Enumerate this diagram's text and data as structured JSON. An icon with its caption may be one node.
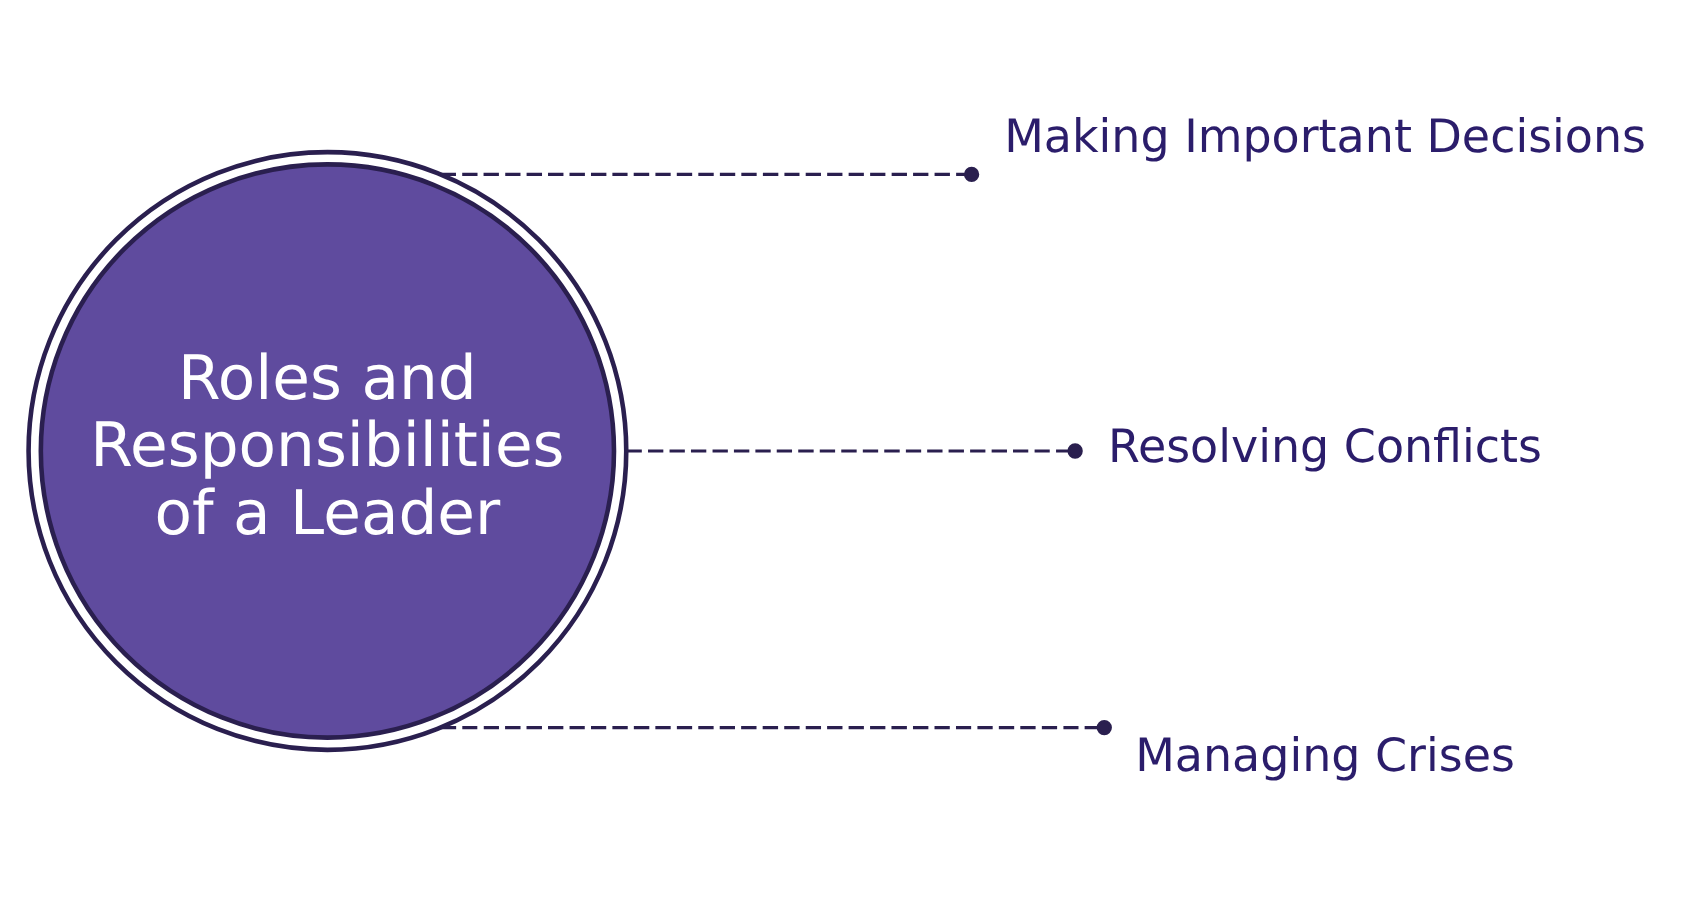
{
  "diagram": {
    "nodes": [
      {
        "text": [
          "Roles and Responsibilities of a Leader"
        ]
      },
      {
        "text": [
          "Making Important Decisions"
        ]
      },
      {
        "text": [
          "Resolving Conflicts"
        ]
      },
      {
        "text": [
          "Managing Crises"
        ]
      }
    ],
    "edges": [
      {
        "from": 0,
        "to": 1,
        "arrow": "other",
        "style": "dashed"
      },
      {
        "from": 0,
        "to": 2,
        "arrow": "other",
        "style": "dashed"
      },
      {
        "from": 0,
        "to": 3,
        "arrow": "other",
        "style": "dashed"
      }
    ]
  }
}
